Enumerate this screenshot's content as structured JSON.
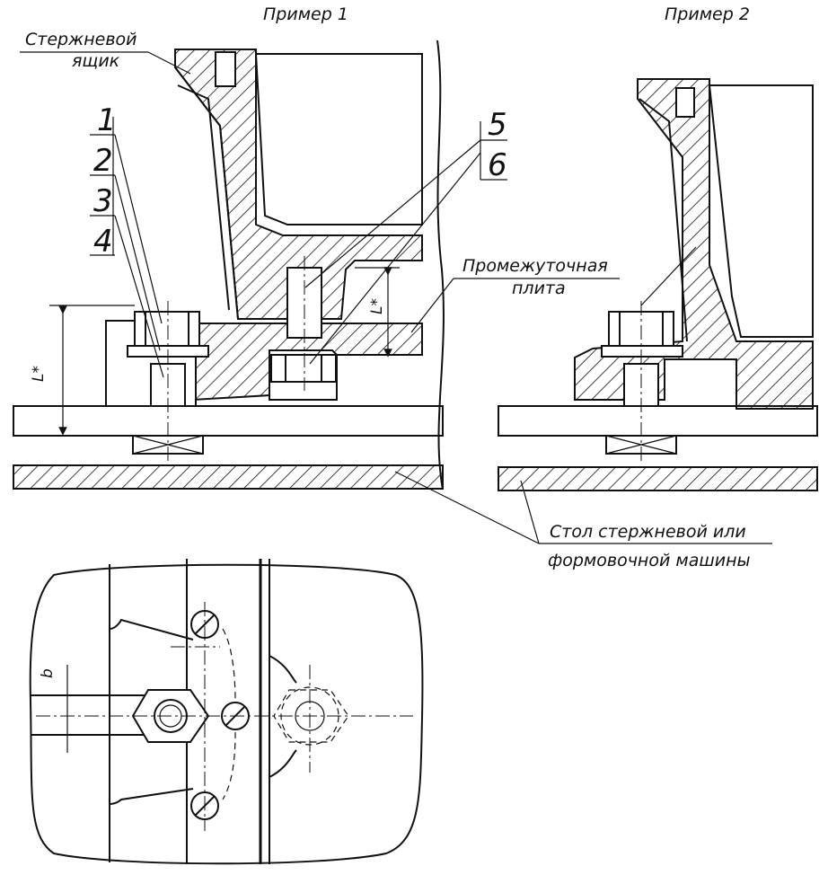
{
  "labels": {
    "example1": "Пример 1",
    "example2": "Пример 2",
    "core_box_line1": "Стержневой",
    "core_box_line2": "ящик",
    "intermediate_plate_line1": "Промежуточная",
    "intermediate_plate_line2": "плита",
    "machine_table_line1": "Стол стержневой или",
    "machine_table_line2": "формовочной машины"
  },
  "callouts_left": [
    "1",
    "2",
    "3",
    "4"
  ],
  "callouts_right": [
    "5",
    "6"
  ],
  "dimensions": {
    "L_outer": "L*",
    "L_inner": "L*",
    "b": "b"
  },
  "colors": {
    "line": "#111111",
    "background": "#ffffff"
  }
}
